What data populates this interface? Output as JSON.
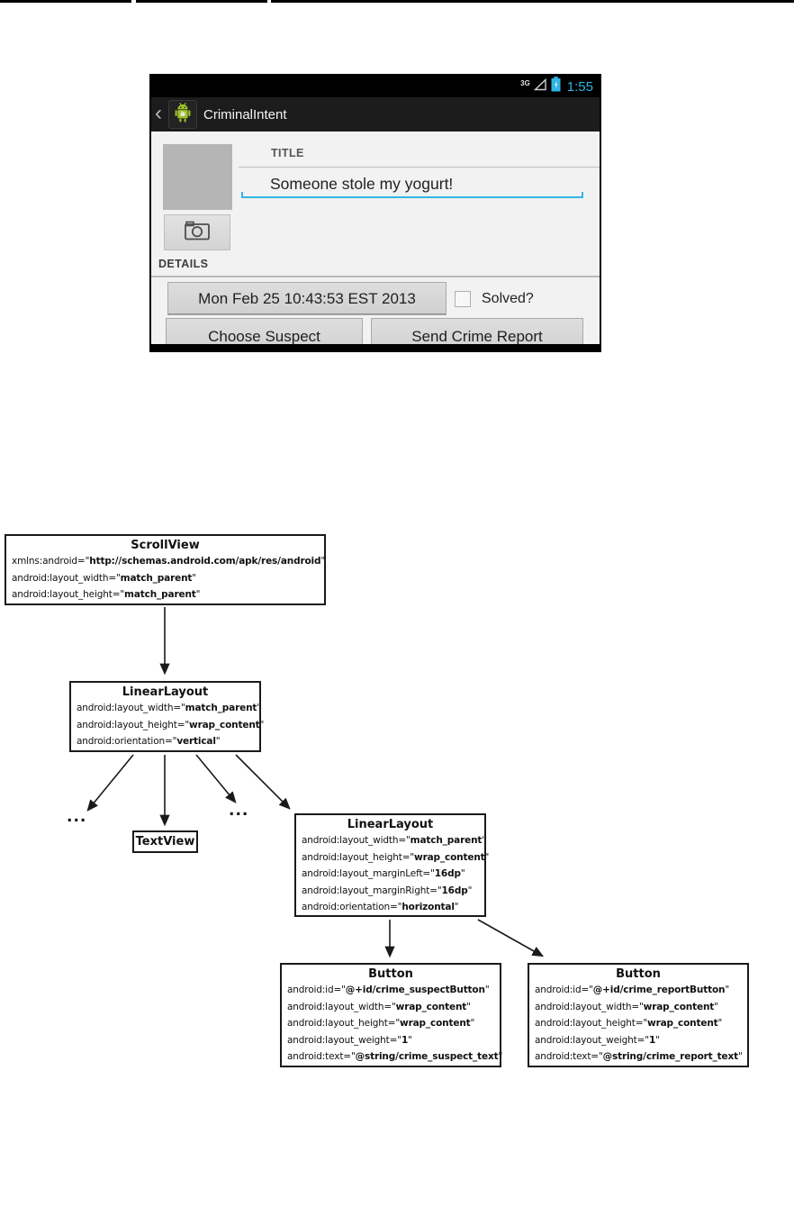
{
  "phone": {
    "status_bar": {
      "network": "3G",
      "time": "1:55"
    },
    "action_bar": {
      "back_glyph": "❮",
      "title": "CriminalIntent"
    },
    "form": {
      "title_label": "TITLE",
      "title_value": "Someone stole my yogurt!",
      "details_label": "DETAILS",
      "date_button": "Mon Feb 25 10:43:53 EST 2013",
      "solved_label": "Solved?",
      "suspect_button": "Choose Suspect",
      "report_button": "Send Crime Report"
    },
    "icons": {
      "signal": "signal-triangle-icon",
      "battery": "battery-charging-icon",
      "app": "android-robot-icon",
      "camera": "camera-icon"
    },
    "colors": {
      "accent": "#33b5e5",
      "robot_green": "#9dc229",
      "statusbar_bg": "#000000",
      "actionbar_bg": "#1c1c1c",
      "body_bg": "#f2f2f2"
    }
  },
  "diagram": {
    "ellipsis": "...",
    "nodes": [
      {
        "id": "scrollview",
        "title": "ScrollView",
        "attrs": [
          {
            "name": "xmlns:android",
            "value": "http://schemas.android.com/apk/res/android"
          },
          {
            "name": "android:layout_width",
            "value": "match_parent"
          },
          {
            "name": "android:layout_height",
            "value": "match_parent"
          }
        ]
      },
      {
        "id": "linearlayout-outer",
        "title": "LinearLayout",
        "attrs": [
          {
            "name": "android:layout_width",
            "value": "match_parent"
          },
          {
            "name": "android:layout_height",
            "value": "wrap_content"
          },
          {
            "name": "android:orientation",
            "value": "vertical"
          }
        ]
      },
      {
        "id": "textview",
        "title": "TextView",
        "attrs": []
      },
      {
        "id": "linearlayout-inner",
        "title": "LinearLayout",
        "attrs": [
          {
            "name": "android:layout_width",
            "value": "match_parent"
          },
          {
            "name": "android:layout_height",
            "value": "wrap_content"
          },
          {
            "name": "android:layout_marginLeft",
            "value": "16dp"
          },
          {
            "name": "android:layout_marginRight",
            "value": "16dp"
          },
          {
            "name": "android:orientation",
            "value": "horizontal"
          }
        ]
      },
      {
        "id": "button-suspect",
        "title": "Button",
        "attrs": [
          {
            "name": "android:id",
            "value": "@+id/crime_suspectButton"
          },
          {
            "name": "android:layout_width",
            "value": "wrap_content"
          },
          {
            "name": "android:layout_height",
            "value": "wrap_content"
          },
          {
            "name": "android:layout_weight",
            "value": "1"
          },
          {
            "name": "android:text",
            "value": "@string/crime_suspect_text"
          }
        ]
      },
      {
        "id": "button-report",
        "title": "Button",
        "attrs": [
          {
            "name": "android:id",
            "value": "@+id/crime_reportButton"
          },
          {
            "name": "android:layout_width",
            "value": "wrap_content"
          },
          {
            "name": "android:layout_height",
            "value": "wrap_content"
          },
          {
            "name": "android:layout_weight",
            "value": "1"
          },
          {
            "name": "android:text",
            "value": "@string/crime_report_text"
          }
        ]
      }
    ]
  }
}
